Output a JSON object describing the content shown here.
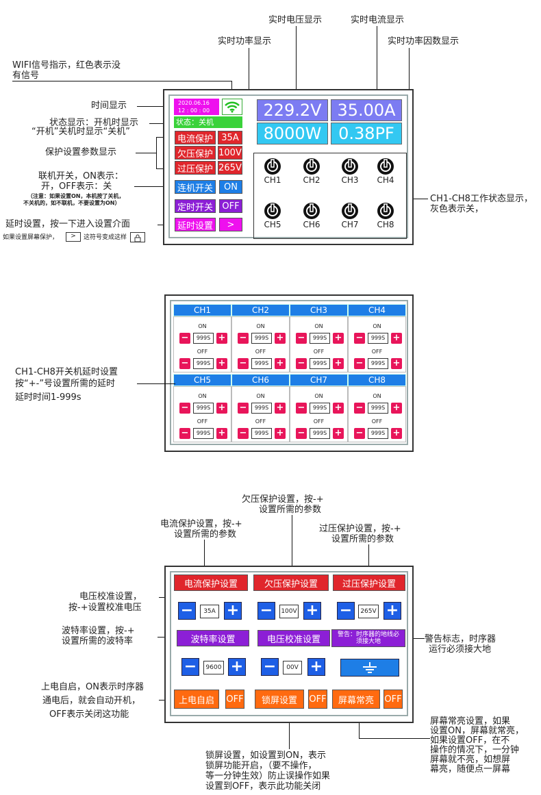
{
  "panel1": {
    "date": "2020.06.16",
    "time": "12 : 00 : 00",
    "status": "状态：关机",
    "voltage": "229.2V",
    "current": "35.00A",
    "power": "8000W",
    "pf": "0.38PF",
    "protections": [
      {
        "label": "电流保护",
        "value": "35A"
      },
      {
        "label": "欠压保护",
        "value": "100V"
      },
      {
        "label": "过压保护",
        "value": "265V"
      }
    ],
    "link_label": "连机开关",
    "link_value": "ON",
    "timer_label": "定时开关",
    "timer_value": "OFF",
    "delay_label": "延时设置",
    "delay_arrow": ">",
    "channels": [
      "CH1",
      "CH2",
      "CH3",
      "CH4",
      "CH5",
      "CH6",
      "CH7",
      "CH8"
    ]
  },
  "annotations1": {
    "realtime_voltage": "实时电压显示",
    "realtime_current": "实时电流显示",
    "realtime_power": "实时功率显示",
    "realtime_pf": "实时功率因数显示",
    "wifi_line1": "WIFI信号指示，红色表示没",
    "wifi_line2": "有信号",
    "time_display": "时间显示",
    "status_line1": "状态显示：开机时显示",
    "status_line2": "“开机”关机时显示“关机”",
    "protect_params": "保护设置参数显示",
    "link_line1": "联机开关，ON表示：",
    "link_line2": "开，OFF表示：关",
    "note_line1": "（注意：如果设置ON，本机按了关机，",
    "note_line2": "不关机的，如不联机，不要设置为ON）",
    "delay_setting": "延时设置，按一下进入设置介面",
    "screensaver_a": "如果设置屏幕保护，",
    "screensaver_b": "这符号变成这样",
    "ch_status_line1": "CH1-CH8工作状态显示，",
    "ch_status_line2": "灰色表示关，"
  },
  "panel2": {
    "channels": [
      "CH1",
      "CH2",
      "CH3",
      "CH4",
      "CH5",
      "CH6",
      "CH7",
      "CH8"
    ],
    "on_label": "ON",
    "off_label": "OFF",
    "delay_value": "999S",
    "minus": "−",
    "plus": "+"
  },
  "annotations2": {
    "line1": "CH1-CH8开关机延时设置",
    "line2": "按“+-”号设置所需的延时",
    "line3": "延时时间1-999s"
  },
  "panel3": {
    "current_protect": "电流保护设置",
    "under_protect": "欠压保护设置",
    "over_protect": "过压保护设置",
    "current_value": "35A",
    "under_value": "100V",
    "over_value": "265V",
    "baud_label": "波特率设置",
    "calib_label": "电压校准设置",
    "warning": "警告：时序器的地线必须接大地",
    "baud_value": "9600",
    "calib_value": "00V",
    "power_on_label": "上电自启",
    "power_on_value": "OFF",
    "lock_label": "锁屏设置",
    "lock_value": "OFF",
    "screen_label": "屏幕常亮",
    "screen_value": "OFF",
    "minus": "−",
    "plus": "+"
  },
  "annotations3": {
    "under_a": "欠压保护设置，按-+",
    "under_b": "设置所需的参数",
    "current_a": "电流保护设置，按-+",
    "current_b": "设置所需的参数",
    "over_a": "过压保护设置，按-+",
    "over_b": "设置所需的参数",
    "calib_a": "电压校准设置，",
    "calib_b": "按-+设置校准电压",
    "baud_a": "波特率设置，按-+",
    "baud_b": "设置所需的波特率",
    "warn_a": "警告标志，时序器",
    "warn_b": "运行必须接大地",
    "power_a": "上电自启，ON表示时序器",
    "power_b": "通电后，就会自动开机，",
    "power_c": "OFF表示关闭这功能",
    "screen_a": "屏幕常亮设置，如果",
    "screen_b": "设置ON，屏幕就常亮，",
    "screen_c": "如果设置OFF，在不",
    "screen_d": "操作的情况下，一分钟",
    "screen_e": "屏幕就不亮，如想屏",
    "screen_f": "幕亮，随便点一屏幕",
    "lock_a": "锁屏设置，如设置到ON，表示",
    "lock_b": "锁屏功能开启，（要不操作，",
    "lock_c": "等一分钟生效）防止误操作如果",
    "lock_d": "设置到OFF，表示此功能关闭"
  },
  "colors": {
    "red": "#e0262c",
    "purple": "#8c1fd6",
    "magenta": "#ee10ee",
    "blue": "#1e7ee6",
    "orange": "#ff6a10",
    "pink_button": "#e8155a",
    "lavender": "#7c7cf2",
    "cyan": "#33c8f2",
    "green": "#3ad23a"
  }
}
